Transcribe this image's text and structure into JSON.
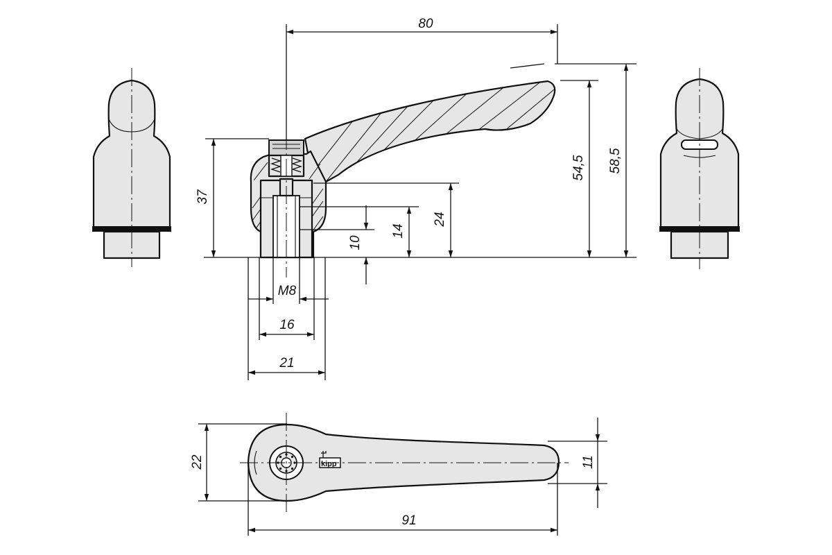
{
  "dimensions": {
    "length_top": "80",
    "height_55": "54,5",
    "height_59": "58,5",
    "height_37": "37",
    "height_24": "24",
    "height_14": "14",
    "height_10": "10",
    "thread": "M8",
    "width_16": "16",
    "width_21": "21",
    "width_22": "22",
    "width_11": "11",
    "length_total": "91"
  },
  "colors": {
    "part_fill": "#e6e6e6",
    "stroke": "#111111"
  }
}
